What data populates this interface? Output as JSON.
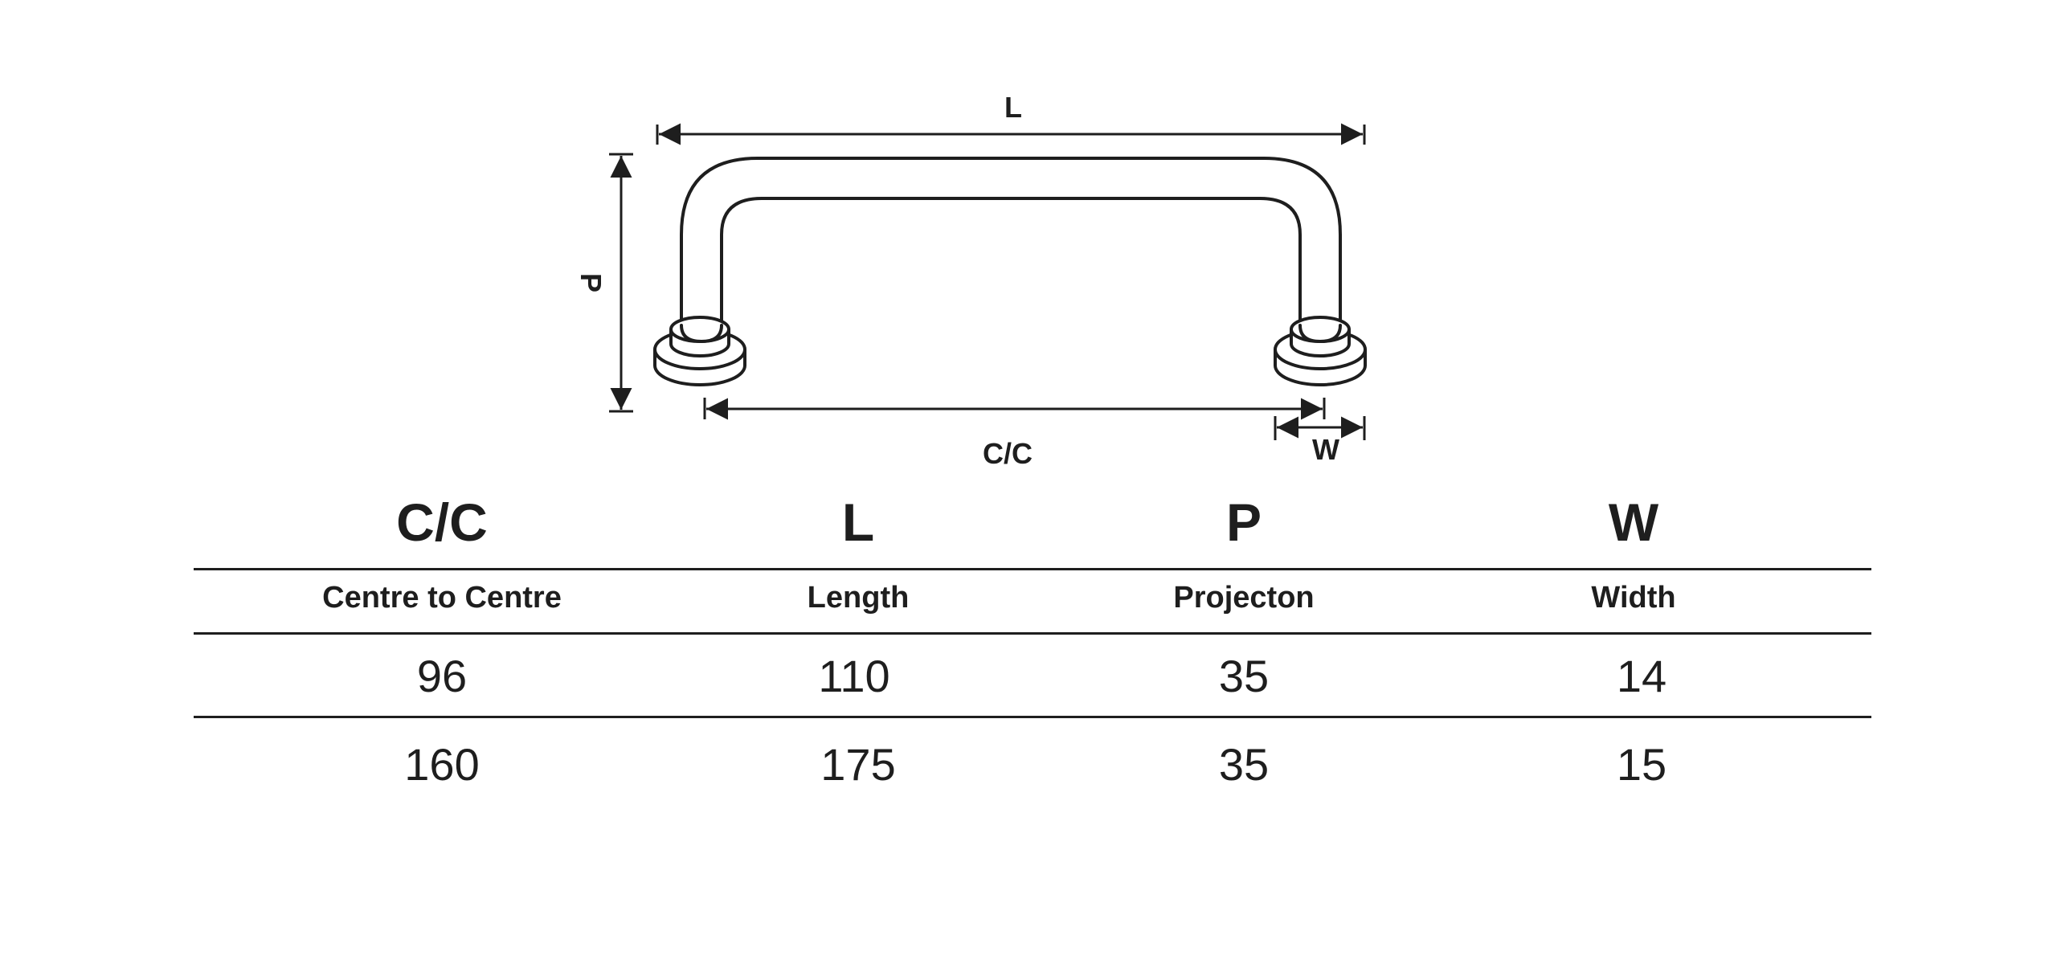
{
  "diagram": {
    "labels": {
      "length": "L",
      "projection": "P",
      "centre": "C/C",
      "width": "W"
    }
  },
  "table": {
    "headers": [
      "C/C",
      "L",
      "P",
      "W"
    ],
    "subheaders": [
      "Centre to Centre",
      "Length",
      "Projecton",
      "Width"
    ],
    "rows": [
      [
        "96",
        "110",
        "35",
        "14"
      ],
      [
        "160",
        "175",
        "35",
        "15"
      ]
    ]
  }
}
